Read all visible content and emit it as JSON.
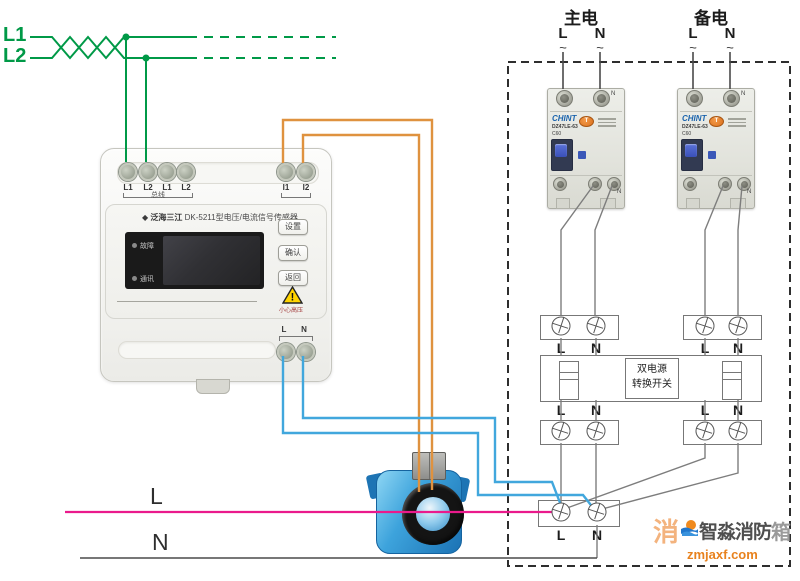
{
  "source_bus": {
    "l1": "L1",
    "l2": "L2"
  },
  "device": {
    "brand": "泛海三江",
    "model_title": "DK-5211型电压/电流信号传感器",
    "bus_terminals": [
      "L1",
      "L2",
      "L1",
      "L2"
    ],
    "bus_label": "总线",
    "current_terminals": [
      "I1",
      "I2"
    ],
    "indicators": {
      "fault": "故障",
      "comm": "通讯"
    },
    "buttons": {
      "set": "设置",
      "confirm": "确认",
      "back": "返回"
    },
    "warning_label": "小心高压",
    "output_l": "L",
    "output_n": "N"
  },
  "sources": {
    "main": {
      "title": "主电",
      "l": "L",
      "n": "N",
      "ac": "~"
    },
    "backup": {
      "title": "备电",
      "l": "L",
      "n": "N",
      "ac": "~"
    }
  },
  "breaker": {
    "brand": "CHINT",
    "model": "DZ47LE-63",
    "rating": "C60",
    "test_label": "T",
    "n_mark": "N"
  },
  "transfer_switch": {
    "label_line1": "双电源",
    "label_line2": "转换开关",
    "left_block": {
      "top": [
        "L",
        "N"
      ],
      "bottom": [
        "L",
        "N"
      ]
    },
    "right_block": {
      "top": [
        "L",
        "N"
      ],
      "bottom": [
        "L",
        "N"
      ]
    },
    "output": [
      "L",
      "N"
    ]
  },
  "bottom_lines": {
    "l": "L",
    "n": "N"
  },
  "watermark": {
    "prefix": "消",
    "brand": "智淼消防",
    "suffix": "箱",
    "url": "zmjaxf.com"
  },
  "colors": {
    "green": "#009947",
    "orange": "#df923f",
    "blue": "#41a7dd",
    "magenta": "#ea1a8c",
    "wire_gray": "#7d7d7d",
    "line_dark": "#4a4a4a",
    "chint_blue": "#1a63ad",
    "watermark_orange": "#e8821e"
  }
}
